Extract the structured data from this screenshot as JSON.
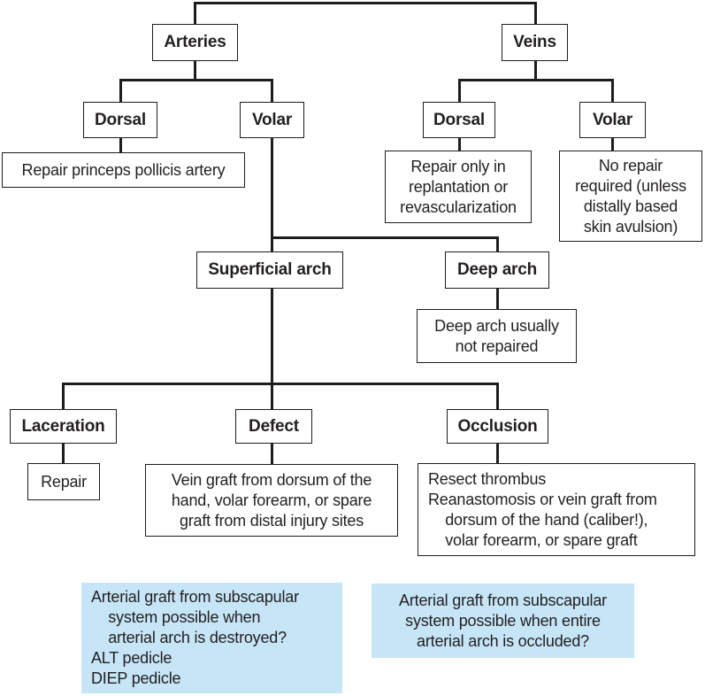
{
  "nodes": {
    "arteries": "Arteries",
    "veins": "Veins",
    "arteries_dorsal": "Dorsal",
    "arteries_volar": "Volar",
    "veins_dorsal": "Dorsal",
    "veins_volar": "Volar",
    "superficial_arch": "Superficial arch",
    "deep_arch": "Deep arch",
    "laceration": "Laceration",
    "defect": "Defect",
    "occlusion": "Occlusion"
  },
  "notes": {
    "repair_princeps": "Repair princeps pollicis artery",
    "veins_dorsal_note": [
      "Repair only in",
      "replantation or",
      "revascularization"
    ],
    "veins_volar_note": [
      "No repair",
      "required (unless",
      "distally based",
      "skin avulsion)"
    ],
    "deep_arch_note": [
      "Deep arch usually",
      "not repaired"
    ],
    "laceration_note": "Repair",
    "defect_note": [
      "Vein graft from dorsum of the",
      "hand, volar forearm, or spare",
      "graft from distal injury sites"
    ],
    "occlusion_note": [
      "Resect thrombus",
      "Reanastomosis or vein graft from",
      "    dorsum of the hand (caliber!),",
      "    volar forearm, or spare graft"
    ]
  },
  "highlights": {
    "destroyed_question": [
      "Arterial graft from subscapular",
      "    system possible when",
      "    arterial arch is destroyed?",
      "ALT pedicle",
      "DIEP pedicle"
    ],
    "occluded_question": [
      "Arterial graft from subscapular",
      "system possible when entire",
      "arterial arch is occluded?"
    ]
  },
  "colors": {
    "highlight_bg": "#c6e5f7",
    "line": "#1d1d1b",
    "text": "#231f20",
    "box_bg": "#ffffff"
  }
}
